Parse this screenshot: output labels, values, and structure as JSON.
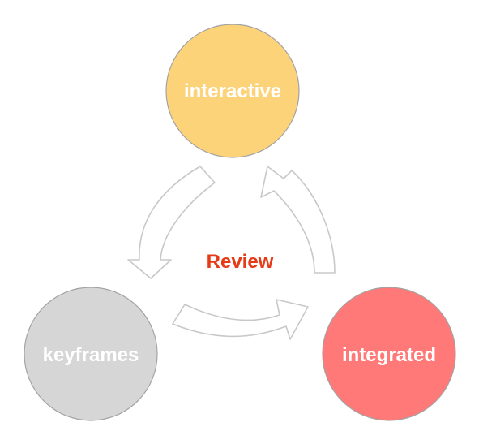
{
  "diagram": {
    "center_label": "Review",
    "nodes": [
      {
        "id": "interactive",
        "label": "interactive",
        "color": "#fdd37a"
      },
      {
        "id": "keyframes",
        "label": "keyframes",
        "color": "#d6d6d6"
      },
      {
        "id": "integrated",
        "label": "integrated",
        "color": "#fe7977"
      }
    ],
    "center_color": "#e53b17",
    "arrow_stroke": "#c8c8c8"
  }
}
